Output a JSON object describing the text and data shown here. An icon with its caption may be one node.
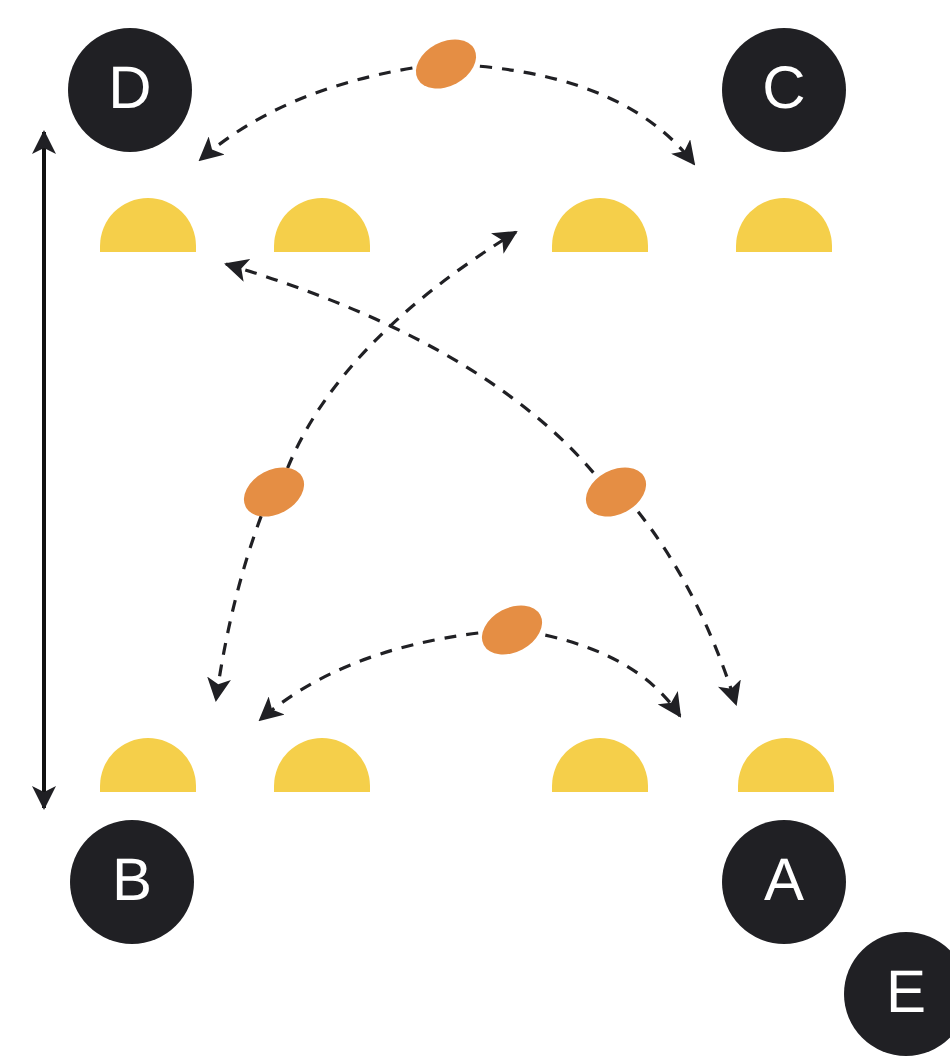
{
  "diagram": {
    "nodes": [
      {
        "text": [
          "D"
        ]
      },
      {
        "text": [
          "C"
        ]
      },
      {
        "text": [
          "B"
        ]
      },
      {
        "text": [
          "A"
        ]
      },
      {
        "text": [
          "E"
        ]
      },
      {
        "text": [],
        "shape": "semicircle"
      },
      {
        "text": [],
        "shape": "semicircle"
      },
      {
        "text": [],
        "shape": "semicircle"
      },
      {
        "text": [],
        "shape": "semicircle"
      },
      {
        "text": [],
        "shape": "semicircle"
      },
      {
        "text": [],
        "shape": "semicircle"
      },
      {
        "text": [],
        "shape": "semicircle"
      },
      {
        "text": [],
        "shape": "semicircle"
      },
      {
        "text": [],
        "shape": "ellipse"
      },
      {
        "text": [],
        "shape": "ellipse"
      },
      {
        "text": [],
        "shape": "ellipse"
      },
      {
        "text": [],
        "shape": "ellipse"
      }
    ],
    "edges": [
      {
        "from": 13,
        "to": 0,
        "arrow": "to",
        "style": "dashed"
      },
      {
        "from": 13,
        "to": 1,
        "arrow": "to",
        "style": "dashed"
      },
      {
        "from": 14,
        "to": 7,
        "arrow": "to",
        "style": "dashed"
      },
      {
        "from": 14,
        "to": 9,
        "arrow": "to",
        "style": "dashed"
      },
      {
        "from": 15,
        "to": 5,
        "arrow": "to",
        "style": "dashed"
      },
      {
        "from": 15,
        "to": 12,
        "arrow": "to",
        "style": "dashed"
      },
      {
        "from": 16,
        "to": 10,
        "arrow": "to",
        "style": "dashed"
      },
      {
        "from": 16,
        "to": 11,
        "arrow": "to",
        "style": "dashed"
      },
      {
        "from": 0,
        "to": 2,
        "arrow": "both"
      }
    ]
  }
}
